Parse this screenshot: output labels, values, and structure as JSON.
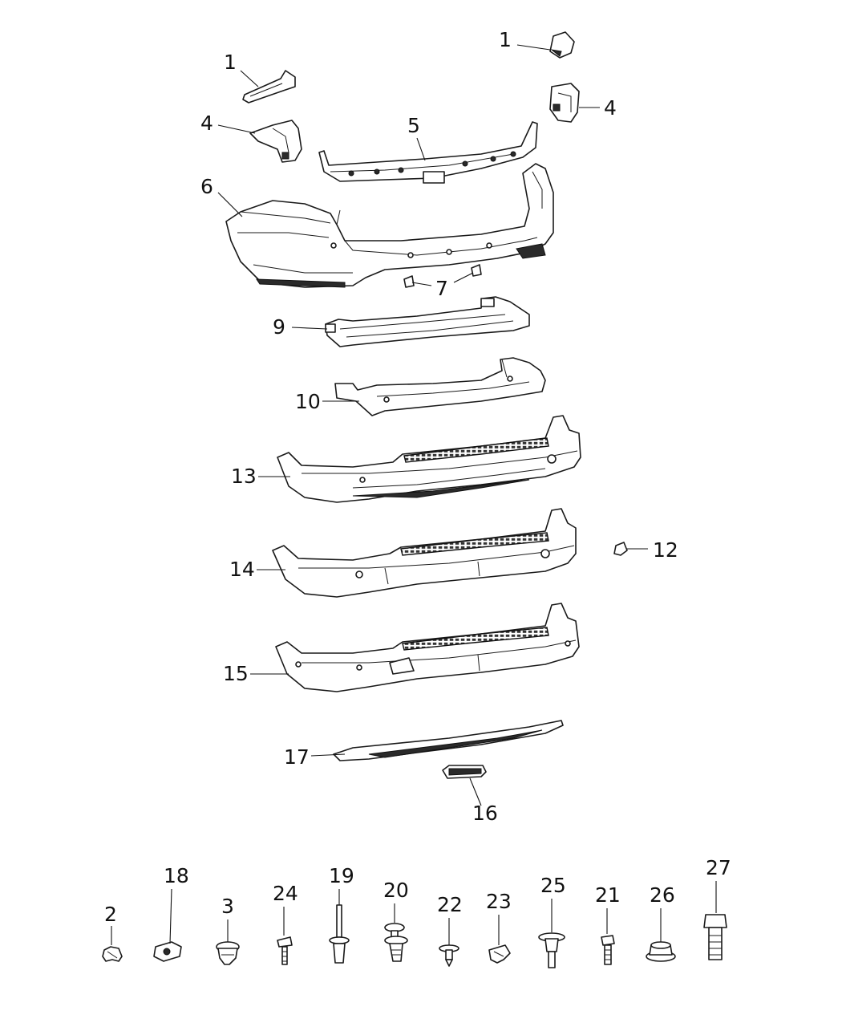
{
  "callouts": {
    "c1a": "1",
    "c1b": "1",
    "c4a": "4",
    "c4b": "4",
    "c5": "5",
    "c6": "6",
    "c7": "7",
    "c9": "9",
    "c10": "10",
    "c12": "12",
    "c13": "13",
    "c14": "14",
    "c15": "15",
    "c16": "16",
    "c17": "17",
    "f2": "2",
    "f18": "18",
    "f3": "3",
    "f24": "24",
    "f19": "19",
    "f20": "20",
    "f22": "22",
    "f23": "23",
    "f25": "25",
    "f21": "21",
    "f26": "26",
    "f27": "27"
  }
}
